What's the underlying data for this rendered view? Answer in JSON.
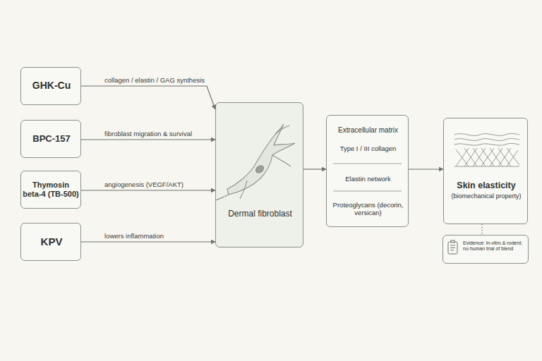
{
  "diagram": {
    "nodes": [
      {
        "text": [
          "GHK-Cu"
        ]
      },
      {
        "text": [
          "BPC-157"
        ]
      },
      {
        "text": [
          "Thymosin beta-4 (TB-500)"
        ]
      },
      {
        "text": [
          "KPV"
        ]
      },
      {
        "text": [
          "Dermal fibroblast"
        ]
      },
      {
        "text": [
          "Extracellular matrix",
          "Type I / III collagen",
          "Elastin network",
          "Proteoglycans (decorin, versican)"
        ]
      },
      {
        "text": [
          "Skin elasticity",
          "(biomechanical property)"
        ]
      },
      {
        "text": [
          "Evidence: in-vitro & rodent; no human trial of blend"
        ]
      }
    ],
    "edges": [
      {
        "from": 0,
        "to": 4,
        "label": "collagen / elastin / GAG synthesis",
        "arrow": "to"
      },
      {
        "from": 1,
        "to": 4,
        "label": "fibroblast migration & survival",
        "arrow": "to"
      },
      {
        "from": 2,
        "to": 4,
        "label": "angiogenesis (VEGF/AKT)",
        "arrow": "to"
      },
      {
        "from": 3,
        "to": 4,
        "label": "lowers inflammation",
        "arrow": "to"
      },
      {
        "from": 4,
        "to": 5,
        "arrow": "to"
      },
      {
        "from": 5,
        "to": 6,
        "arrow": "to"
      },
      {
        "from": 6,
        "to": 7,
        "arrow": "none"
      }
    ]
  }
}
